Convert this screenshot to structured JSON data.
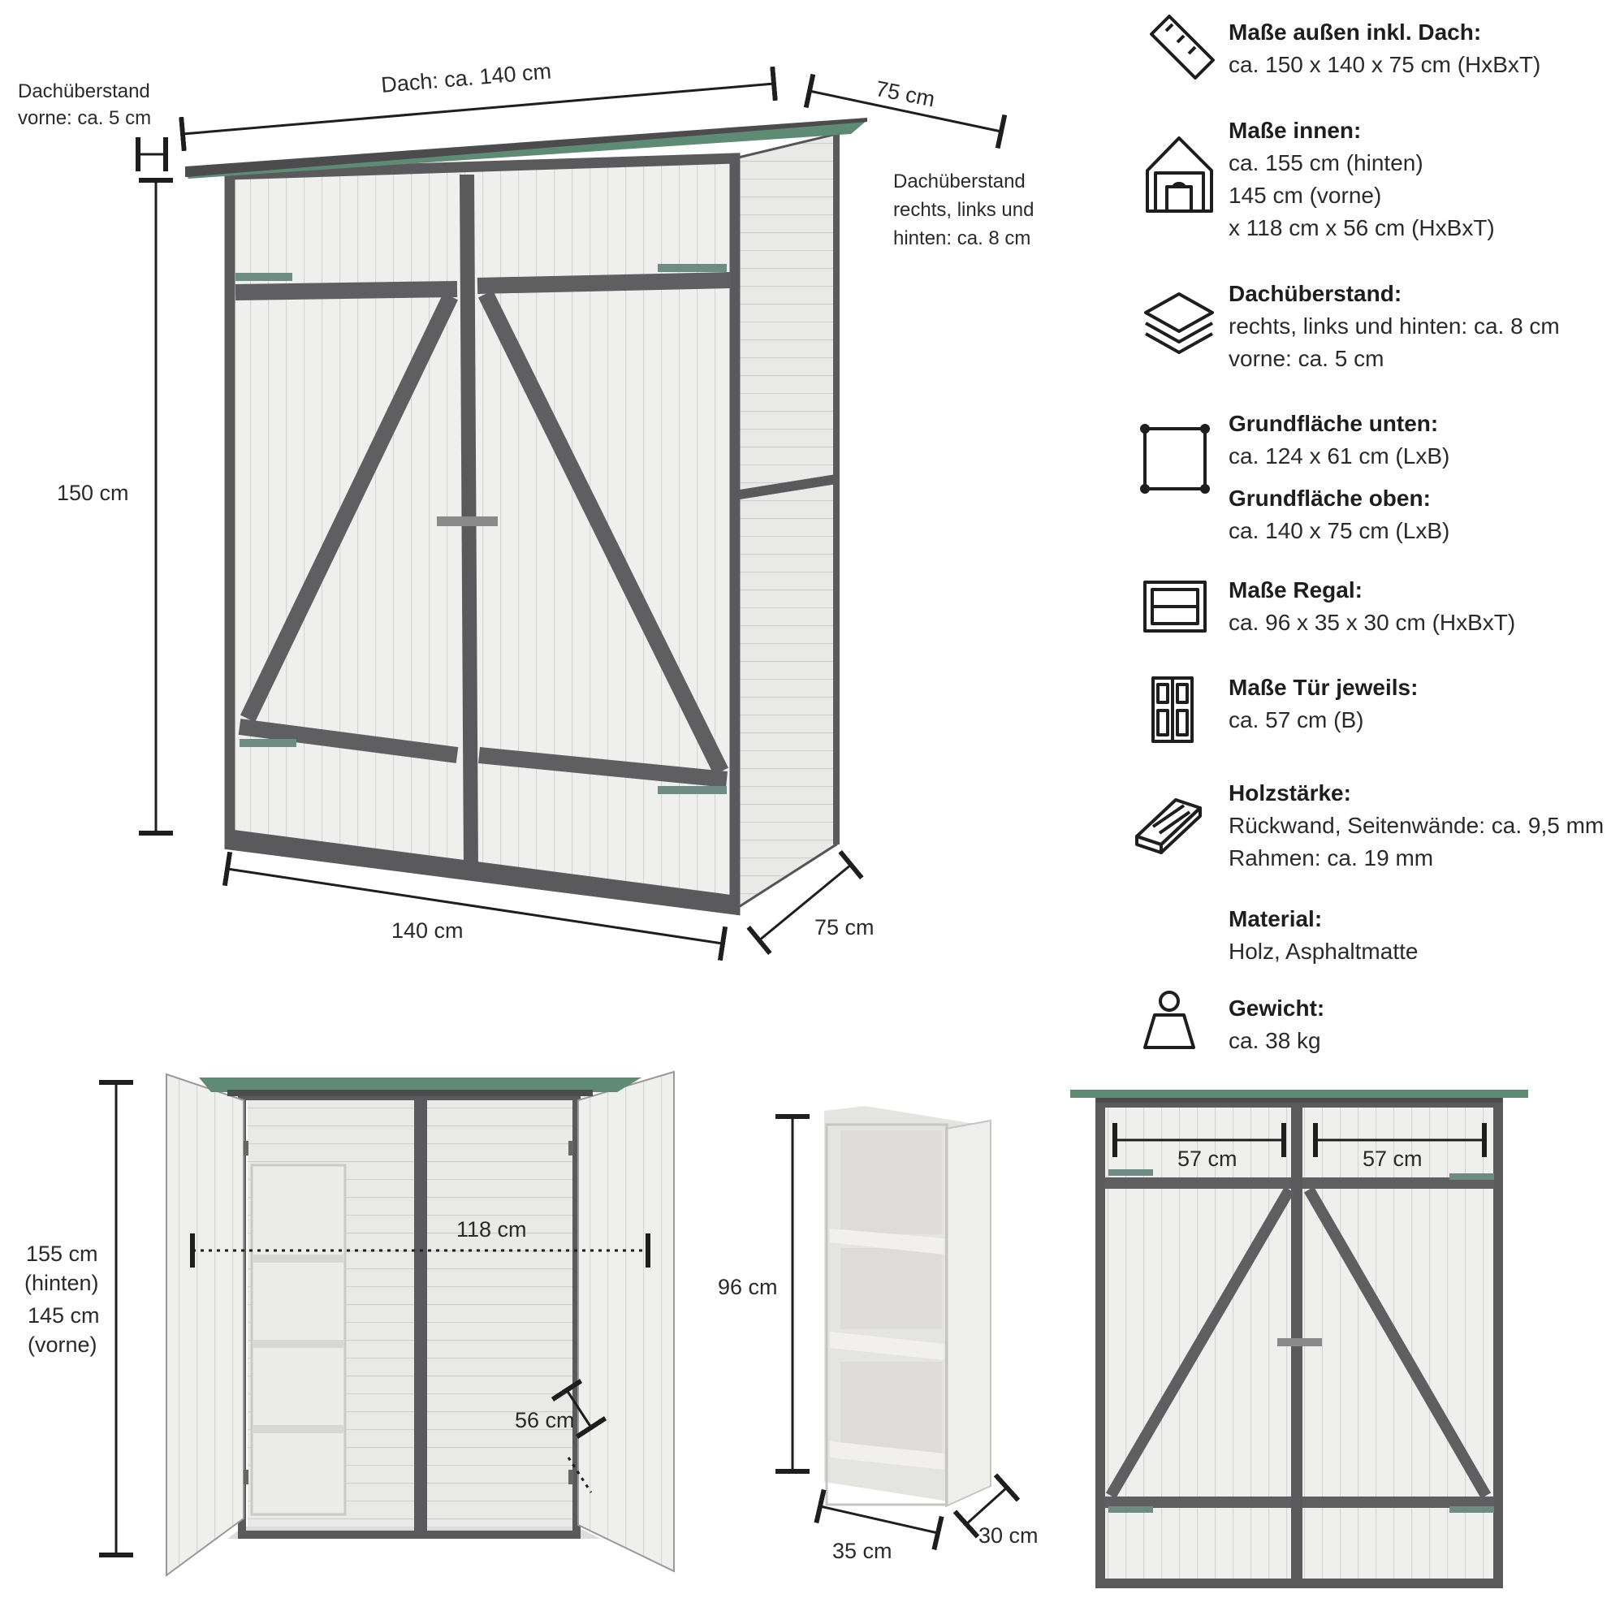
{
  "dimensions_main": {
    "overhang_front": [
      "Dachüberstand",
      "vorne: ca. 5 cm"
    ],
    "roof_width": "Dach: ca. 140 cm",
    "roof_depth": "75 cm",
    "overhang_sides": [
      "Dachüberstand",
      "rechts, links und",
      "hinten: ca. 8 cm"
    ],
    "height": "150 cm",
    "base_width": "140 cm",
    "base_depth": "75 cm"
  },
  "dimensions_open": {
    "height": [
      "155 cm",
      "(hinten)",
      "145 cm",
      "(vorne)"
    ],
    "inner_width": "118 cm",
    "inner_depth": "56 cm"
  },
  "dimensions_shelf": {
    "height": "96 cm",
    "width": "35 cm",
    "depth": "30 cm"
  },
  "dimensions_door": {
    "left_door": "57 cm",
    "right_door": "57 cm"
  },
  "specs": [
    {
      "icon": "ruler-icon",
      "title": "Maße außen inkl. Dach:",
      "lines": [
        "ca. 150 x 140 x 75 cm (HxBxT)"
      ]
    },
    {
      "icon": "house-icon",
      "title": "Maße innen:",
      "lines": [
        "ca. 155 cm (hinten)",
        "145 cm (vorne)",
        "x 118 cm x 56 cm (HxBxT)"
      ]
    },
    {
      "icon": "layers-icon",
      "title": "Dachüberstand:",
      "lines": [
        "rechts, links und hinten: ca. 8 cm",
        "vorne: ca. 5 cm"
      ]
    },
    {
      "icon": "area-square-icon",
      "title": "Grundfläche unten:",
      "lines": [
        "ca. 124 x 61 cm (LxB)"
      ],
      "title2": "Grundfläche oben:",
      "lines2": [
        "ca. 140 x 75 cm (LxB)"
      ]
    },
    {
      "icon": "shelf-icon",
      "title": "Maße Regal:",
      "lines": [
        "ca. 96 x 35 x 30 cm (HxBxT)"
      ]
    },
    {
      "icon": "door-icon",
      "title": "Maße Tür jeweils:",
      "lines": [
        "ca. 57 cm (B)"
      ]
    },
    {
      "icon": "wood-plank-icon",
      "title": "Holzstärke:",
      "lines": [
        "Rückwand, Seitenwände: ca. 9,5 mm",
        "Rahmen: ca. 19 mm"
      ]
    },
    {
      "icon": "",
      "title": "Material:",
      "lines": [
        "Holz, Asphaltmatte"
      ]
    },
    {
      "icon": "weight-icon",
      "title": "Gewicht:",
      "lines": [
        "ca. 38 kg"
      ]
    }
  ],
  "colors": {
    "frame": "#5a5a5c",
    "panel": "#eeeeec",
    "plank_line": "#d2d2cf",
    "roof": "#5f8a74",
    "dim_line": "#1e1e1e",
    "hinge": "#6f8c84"
  }
}
